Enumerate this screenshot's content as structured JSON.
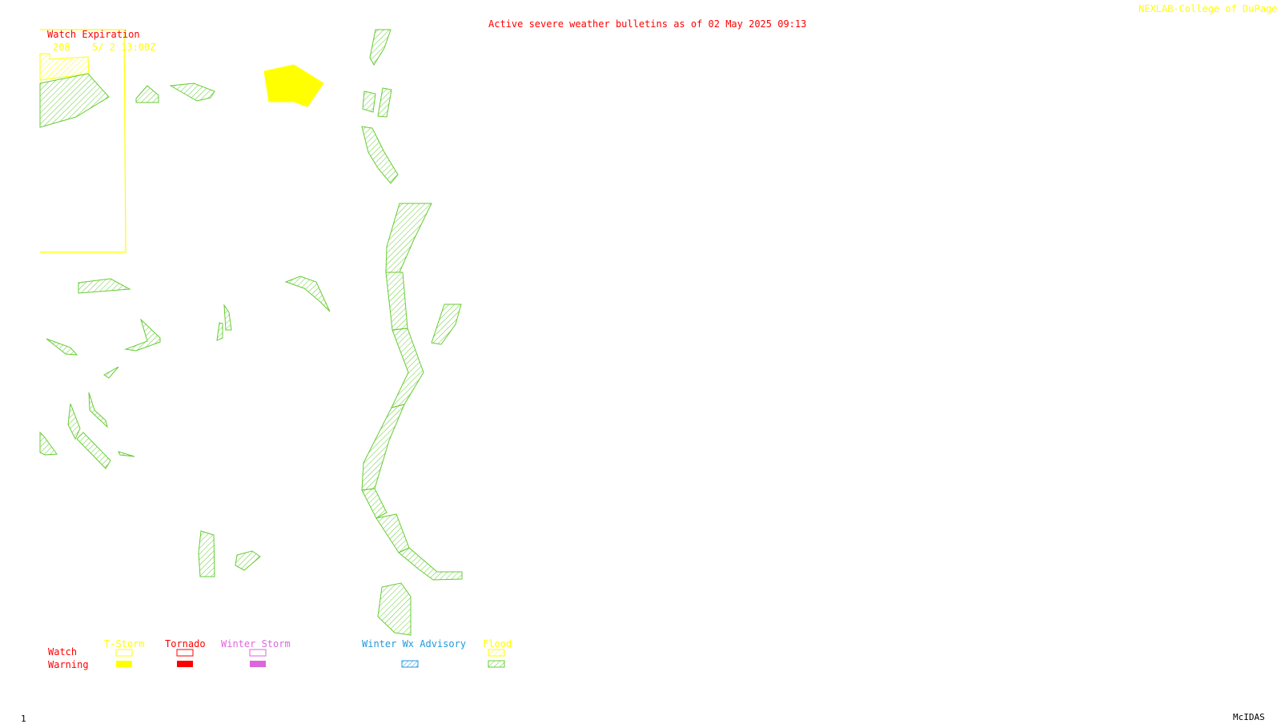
{
  "header": {
    "title": "Active severe weather bulletins as of 02 May 2025 09:13",
    "credit": "NEXLAB-College of DuPage R"
  },
  "watch_box": {
    "heading": "Watch Expiration",
    "entries": [
      {
        "number": "208",
        "expires": "5/ 2 13:00Z"
      }
    ]
  },
  "legend": {
    "row_labels": {
      "watch": "Watch",
      "warning": "Warning"
    },
    "categories": [
      {
        "key": "tstorm",
        "label": "T-Storm",
        "color": "#ffff00"
      },
      {
        "key": "tornado",
        "label": "Tornado",
        "color": "#ff0000"
      },
      {
        "key": "winter_storm",
        "label": "Winter Storm",
        "color": "#dd66dd"
      },
      {
        "key": "winter_wx_advisory",
        "label": "Winter Wx Advisory",
        "color": "#2299dd"
      },
      {
        "key": "flood",
        "label": "Flood",
        "color": "#66cc33"
      }
    ]
  },
  "footer": {
    "frame_number": "1",
    "software": "McIDAS"
  },
  "colors": {
    "background": "#ffffff",
    "flood": "#66cc33",
    "tstorm": "#ffff00",
    "title": "#ff0000"
  }
}
